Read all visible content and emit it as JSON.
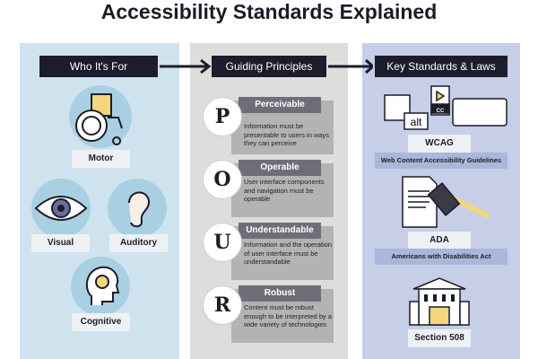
{
  "title": "Accessibility Standards Explained",
  "columns": {
    "who": {
      "header": "Who It's For",
      "items": [
        "Motor",
        "Visual",
        "Auditory",
        "Cognitive"
      ]
    },
    "principles": {
      "header": "Guiding Principles",
      "items": [
        {
          "letter": "P",
          "name": "Perceivable",
          "text": "Information must be presentable to users in ways they can perceive"
        },
        {
          "letter": "O",
          "name": "Operable",
          "text": "User interface components and navigation must be operable"
        },
        {
          "letter": "U",
          "name": "Understandable",
          "text": "Information and the operation of user interface must be understandable"
        },
        {
          "letter": "R",
          "name": "Robust",
          "text": "Content must be robust enough to be interpreted by a wide variety of technologies"
        }
      ]
    },
    "standards": {
      "header": "Key Standards & Laws",
      "items": [
        {
          "name": "WCAG",
          "full": "Web Content Accessibility Guidelines"
        },
        {
          "name": "ADA",
          "full": "Americans with Disabilities Act"
        },
        {
          "name": "Section 508"
        }
      ],
      "icon_labels": {
        "alt": "alt",
        "cc": "cc"
      }
    }
  },
  "colors": {
    "left": "#cfe3ef",
    "middle": "#dedddb",
    "right": "#c6cee8",
    "dark": "#1c1c2c"
  }
}
